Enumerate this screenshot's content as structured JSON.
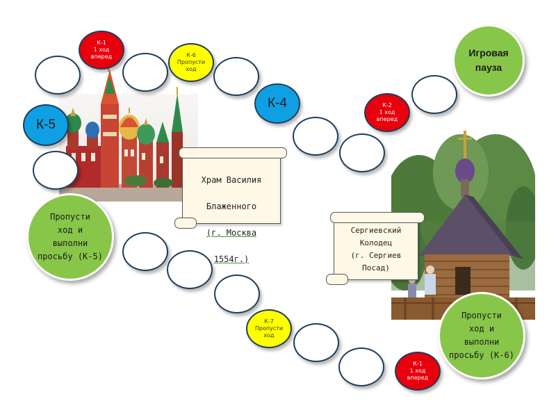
{
  "special_cells": {
    "k1_top": "К-1\n1 ход\nвперед",
    "k6": "К-6\nПропусти\nход",
    "k4": "К-4",
    "k5": "К-5",
    "k2": "К-2\n1 ход\nвперед",
    "pause": "Игровая\nпауза",
    "skip_k5": "Пропусти\nход и\nвыполни\nпросьбу (К-5)",
    "k7": "К-7\nПропусти\nход",
    "k1_bottom": "К-1\n1 ход\nвперед",
    "skip_k6": "Пропусти\nход и\nвыполни\nпросьбу (К-6)"
  },
  "scroll_moscow": {
    "line1": "Храм Василия",
    "line2": "Блаженного",
    "line3": "(г. Москва",
    "line4": "1554г.)"
  },
  "scroll_sergiev": {
    "text": "Сергиевский\nКолодец\n(г. Сергиев\nПосад)"
  },
  "images": {
    "cathedral": "st-basils-cathedral-picture",
    "chapel": "sergiev-well-chapel-picture"
  },
  "colors": {
    "red": "#e8000c",
    "yellow": "#ffff00",
    "blue": "#0fa0e3",
    "green": "#88c64a",
    "border": "#1f3d5c"
  }
}
